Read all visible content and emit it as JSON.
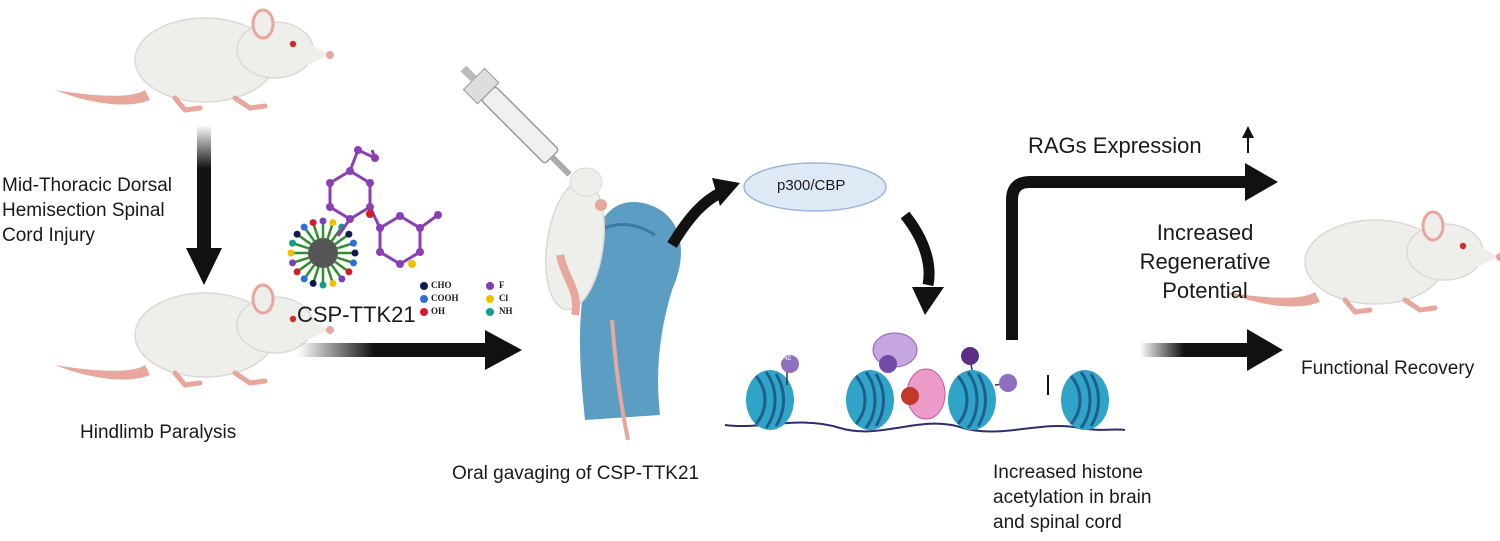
{
  "labels": {
    "injury": [
      "Mid-Thoracic Dorsal",
      "Hemisection Spinal",
      "Cord Injury"
    ],
    "paralysis": "Hindlimb Paralysis",
    "compound": "CSP-TTK21",
    "gavage": "Oral gavaging of CSP-TTK21",
    "enzyme": "p300/CBP",
    "acetylation": [
      "Increased histone",
      "acetylation in brain",
      "and spinal cord"
    ],
    "rags": "RAGs Expression",
    "regen": [
      "Increased",
      "Regenerative",
      "Potential"
    ],
    "recovery": "Functional Recovery",
    "acetyl_mark": "Ac"
  },
  "chem_key": [
    {
      "label": "CHO",
      "color": "#0d1b4a"
    },
    {
      "label": "COOH",
      "color": "#2d6fd6"
    },
    {
      "label": "OH",
      "color": "#d11d2a"
    },
    {
      "label": "F",
      "color": "#7b3fb0"
    },
    {
      "label": "Cl",
      "color": "#f0c000"
    },
    {
      "label": "NH",
      "color": "#159c8c"
    }
  ],
  "colors": {
    "rat_body": "#eeeeeb",
    "rat_pink": "#e8a79c",
    "glove": "#5c9dc4",
    "nucleosome": "#2fa3c8",
    "dna": "#2c2f6b",
    "p300_bubble": "#dfe9f6",
    "molecule": "#8a3fb3",
    "arrow": "#111111"
  }
}
